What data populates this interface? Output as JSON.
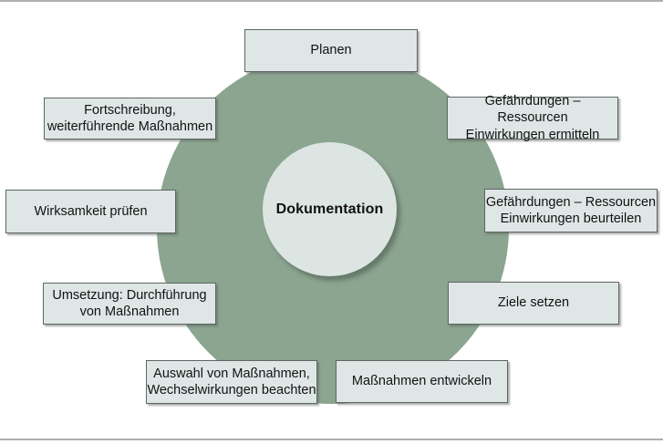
{
  "cycle": {
    "center_label": "Dokumentation",
    "colors": {
      "outer_circle": "#8ba590",
      "inner_circle": "#dde5e3",
      "box_fill": "#dee7e6",
      "box_border": "#5f6663",
      "rule": "#adb1ab"
    },
    "steps": [
      {
        "id": "planen",
        "label": "Planen"
      },
      {
        "id": "gefaehrdungen-ermitteln",
        "label": "Gefährdungen – Ressourcen\nEinwirkungen ermitteln"
      },
      {
        "id": "gefaehrdungen-beurteilen",
        "label": "Gefährdungen – Ressourcen\nEinwirkungen beurteilen"
      },
      {
        "id": "ziele-setzen",
        "label": "Ziele setzen"
      },
      {
        "id": "massnahmen-entwickeln",
        "label": "Maßnahmen entwickeln"
      },
      {
        "id": "auswahl-massnahmen",
        "label": "Auswahl von Maßnahmen,\nWechselwirkungen beachten"
      },
      {
        "id": "umsetzung-durchfuehrung",
        "label": "Umsetzung: Durchführung\nvon Maßnahmen"
      },
      {
        "id": "wirksamkeit-pruefen",
        "label": "Wirksamkeit prüfen"
      },
      {
        "id": "fortschreibung",
        "label": "Fortschreibung,\nweiterführende Maßnahmen"
      }
    ]
  }
}
